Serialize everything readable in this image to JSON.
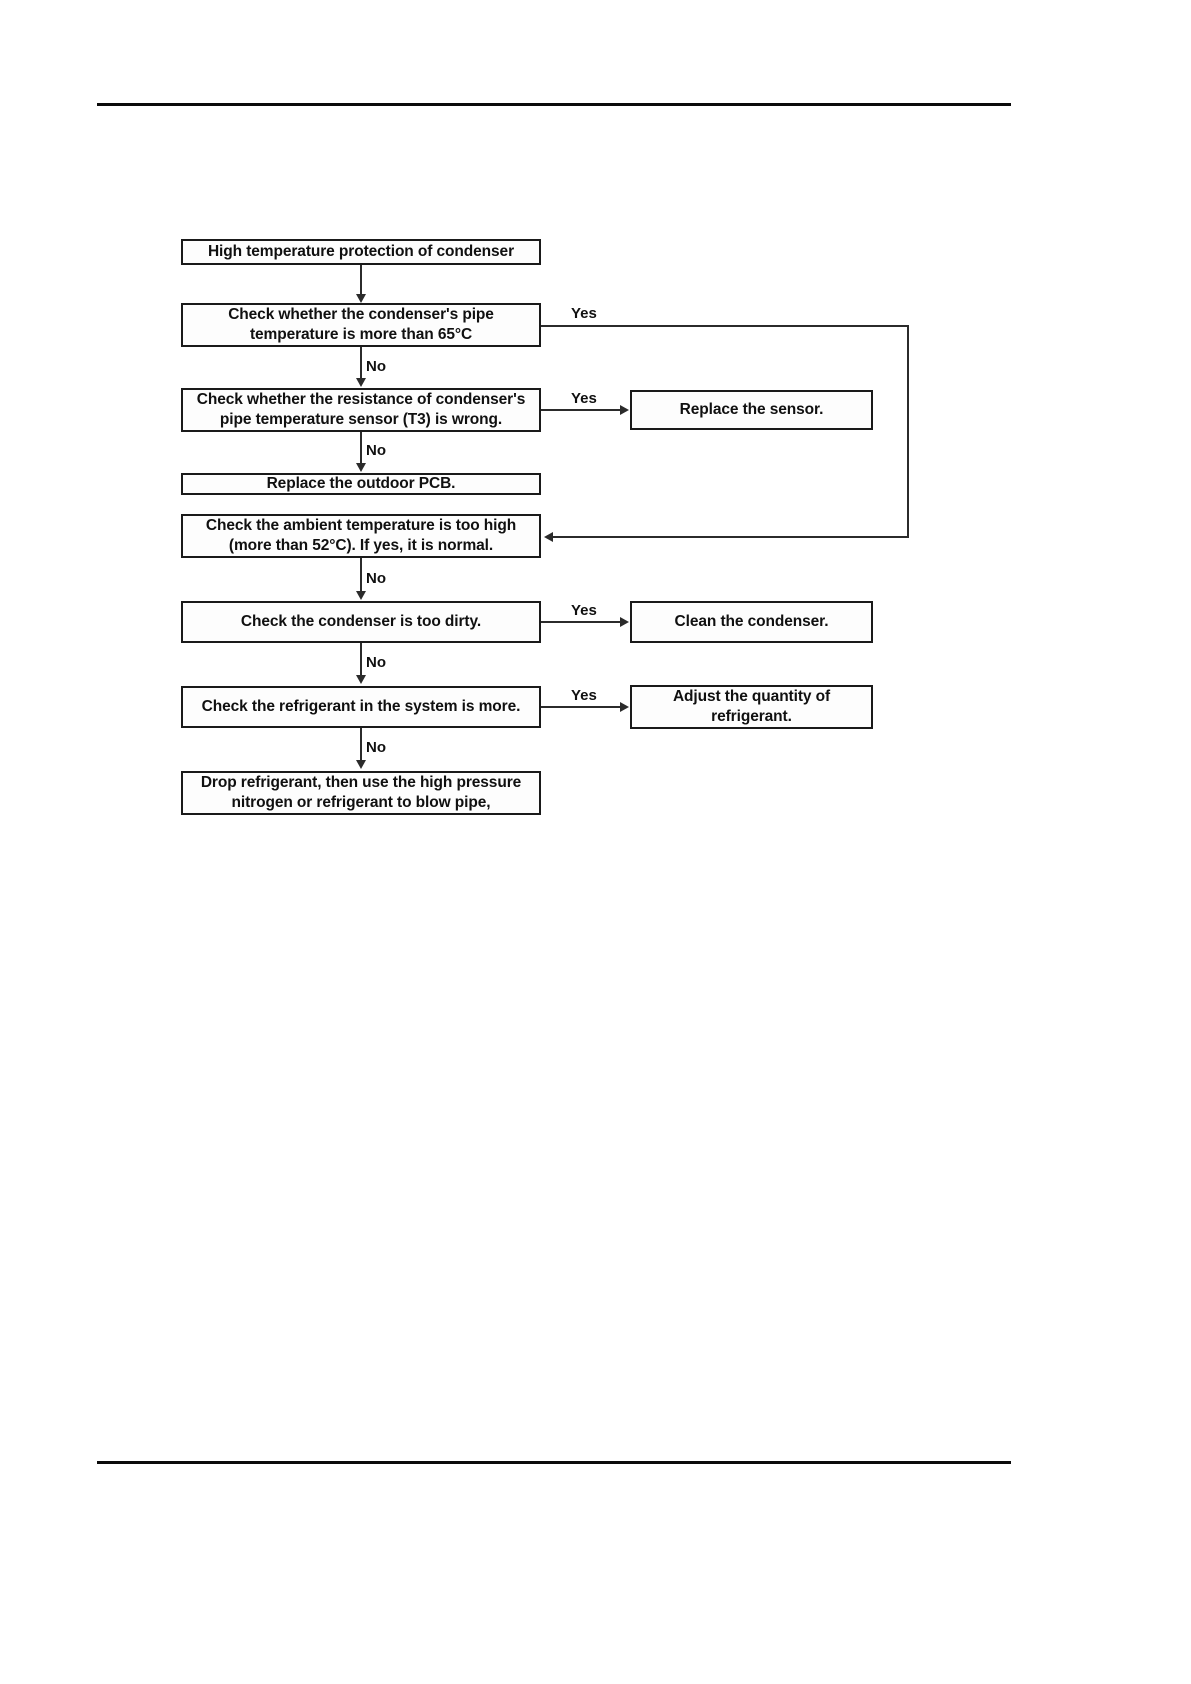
{
  "document": {
    "type": "service-manual-page",
    "header_rule": true,
    "footer_rule": true
  },
  "chart_data": {
    "type": "diagram",
    "diagram_type": "flowchart",
    "title": "High temperature protection of condenser",
    "nodes": [
      {
        "id": "n1",
        "label": "High temperature protection of condenser",
        "role": "start",
        "lines": [
          "High temperature protection of condenser"
        ]
      },
      {
        "id": "n2",
        "label": "Check whether the condenser's pipe temperature is more than 65°C",
        "role": "decision",
        "lines": [
          "Check whether the condenser's pipe",
          "temperature is more than 65°C"
        ]
      },
      {
        "id": "n3",
        "label": "Check whether the resistance of condenser's pipe temperature sensor (T3) is wrong.",
        "role": "decision",
        "lines": [
          "Check whether the resistance of condenser's",
          "pipe temperature sensor (T3) is wrong."
        ]
      },
      {
        "id": "n4",
        "label": "Replace the outdoor PCB.",
        "role": "action",
        "lines": [
          "Replace the outdoor PCB."
        ]
      },
      {
        "id": "n5",
        "label": "Check the ambient temperature is too high (more than 52°C). If yes, it is normal.",
        "role": "decision",
        "lines": [
          "Check the ambient temperature is too high",
          "(more than 52°C). If yes, it is normal."
        ]
      },
      {
        "id": "n6",
        "label": "Check the condenser is too dirty.",
        "role": "decision",
        "lines": [
          "Check the condenser is too dirty."
        ]
      },
      {
        "id": "n7",
        "label": "Check the refrigerant in the system is more.",
        "role": "decision",
        "lines": [
          "Check the refrigerant in the system is more."
        ]
      },
      {
        "id": "n8",
        "label": "Drop refrigerant, then use the high pressure nitrogen or refrigerant to blow pipe,",
        "role": "action",
        "lines": [
          "Drop refrigerant, then use the high pressure",
          "nitrogen or refrigerant to blow pipe,"
        ]
      },
      {
        "id": "r1",
        "label": "Replace the sensor.",
        "role": "action",
        "lines": [
          "Replace the sensor."
        ]
      },
      {
        "id": "r2",
        "label": "Clean the condenser.",
        "role": "action",
        "lines": [
          "Clean the condenser."
        ]
      },
      {
        "id": "r3",
        "label": "Adjust the quantity of refrigerant.",
        "role": "action",
        "lines": [
          "Adjust the quantity of",
          "refrigerant."
        ]
      }
    ],
    "edges": [
      {
        "from": "n1",
        "to": "n2",
        "label": ""
      },
      {
        "from": "n2",
        "to": "n3",
        "label": "No"
      },
      {
        "from": "n2",
        "to": "n5",
        "label": "Yes"
      },
      {
        "from": "n3",
        "to": "r1",
        "label": "Yes"
      },
      {
        "from": "n3",
        "to": "n4",
        "label": "No"
      },
      {
        "from": "n5",
        "to": "n6",
        "label": "No"
      },
      {
        "from": "n6",
        "to": "r2",
        "label": "Yes"
      },
      {
        "from": "n6",
        "to": "n7",
        "label": "No"
      },
      {
        "from": "n7",
        "to": "r3",
        "label": "Yes"
      },
      {
        "from": "n7",
        "to": "n8",
        "label": "No"
      }
    ],
    "edge_labels": {
      "yes": "Yes",
      "no": "No",
      "yes_1": "Yes",
      "yes_2": "Yes",
      "yes_3": "Yes",
      "yes_4": "Yes",
      "no_1": "No",
      "no_2": "No",
      "no_3": "No",
      "no_4": "No",
      "no_5": "No"
    },
    "colors": {
      "stroke": "#1a1a1a",
      "text": "#101010",
      "background": "#ffffff",
      "rule": "#0a0a0a"
    }
  }
}
